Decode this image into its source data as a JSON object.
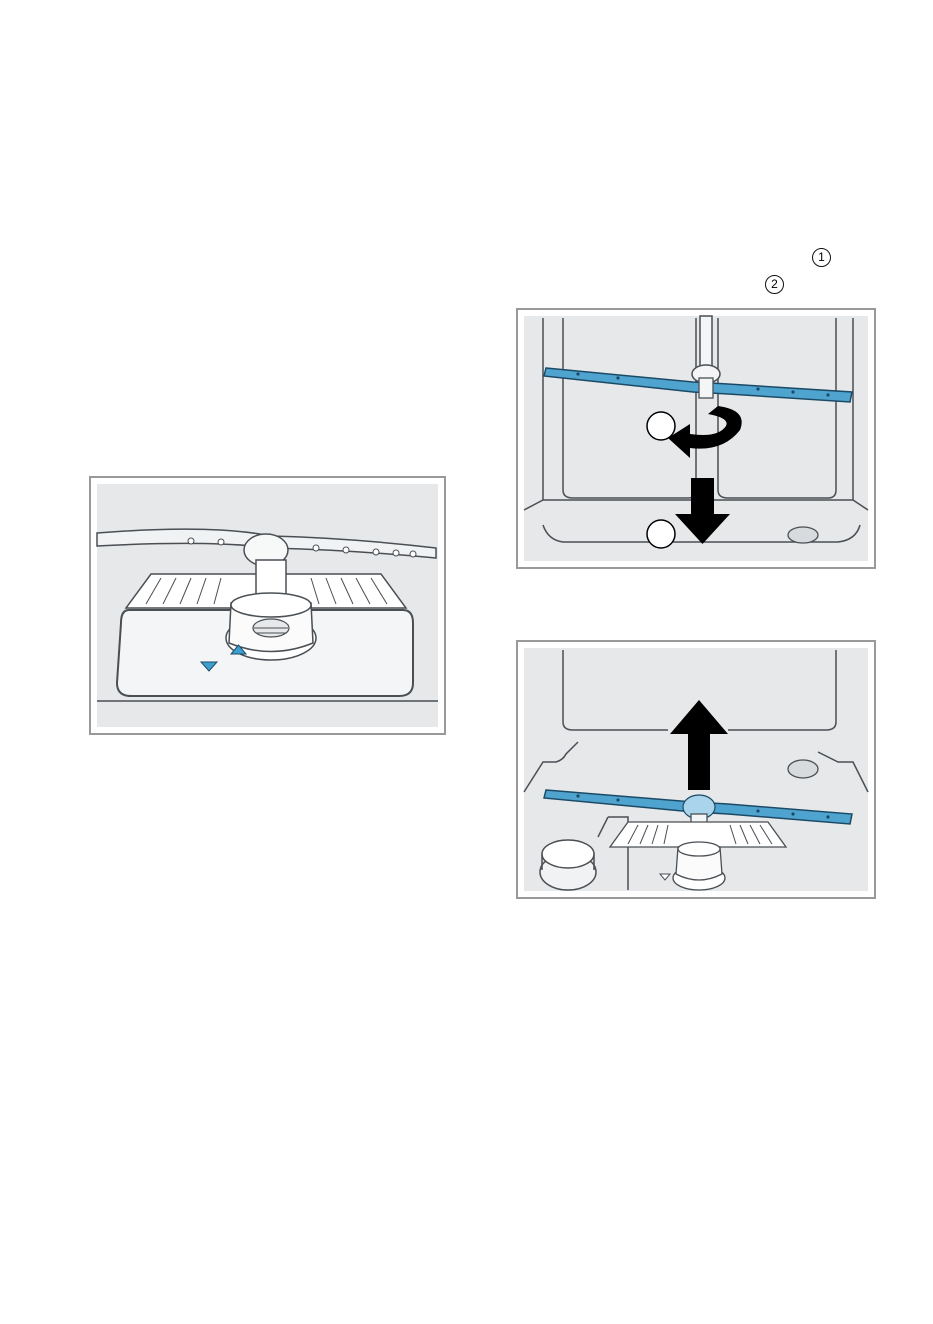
{
  "markers": {
    "step_one": "1",
    "step_two": "2"
  },
  "figures": [
    {
      "name": "filter-seating-figure",
      "callouts": []
    },
    {
      "name": "remove-spray-arm-figure",
      "callouts": [
        "",
        ""
      ]
    },
    {
      "name": "insert-spray-arm-figure",
      "callouts": []
    }
  ],
  "colors": {
    "spray_arm": "#4fa3cf",
    "tub": "#e6e8ea",
    "outline": "#4a4f54",
    "arrow": "#000000",
    "accent_marker": "#3d9fd0"
  },
  "icons": [
    "rotate-arrow-icon",
    "down-arrow-icon",
    "up-arrow-icon",
    "triangle-marker-icon"
  ]
}
